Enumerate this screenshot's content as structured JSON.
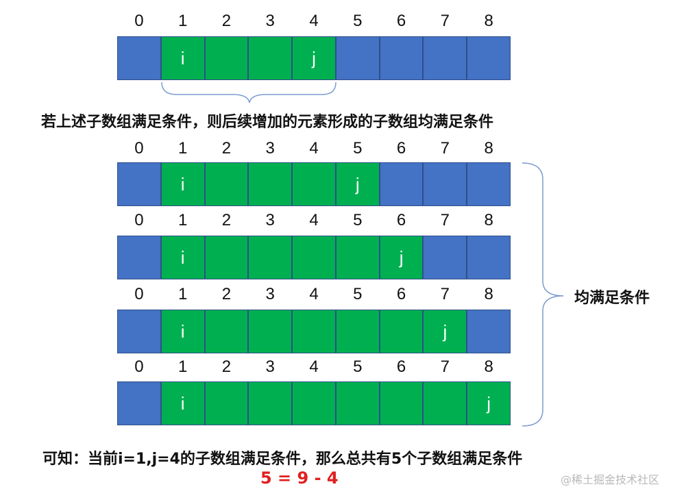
{
  "index_labels": [
    "0",
    "1",
    "2",
    "3",
    "4",
    "5",
    "6",
    "7",
    "8"
  ],
  "top_example": {
    "i_index": 1,
    "j_index": 4,
    "i_label": "i",
    "j_label": "j"
  },
  "statement": "若上述子数组满足条件，则后续增加的元素形成的子数组均满足条件",
  "extended_examples": [
    {
      "i_index": 1,
      "j_index": 5,
      "i_label": "i",
      "j_label": "j"
    },
    {
      "i_index": 1,
      "j_index": 6,
      "i_label": "i",
      "j_label": "j"
    },
    {
      "i_index": 1,
      "j_index": 7,
      "i_label": "i",
      "j_label": "j"
    },
    {
      "i_index": 1,
      "j_index": 8,
      "i_label": "i",
      "j_label": "j"
    }
  ],
  "brace_label": "均满足条件",
  "conclusion": "可知：当前i=1,j=4的子数组满足条件，那么总共有5个子数组满足条件",
  "formula": "5 = 9 - 4",
  "watermark": "@稀土掘金技术社区",
  "colors": {
    "in_range": "#00b050",
    "out_of_range": "#4472c4",
    "formula": "#e02020"
  }
}
